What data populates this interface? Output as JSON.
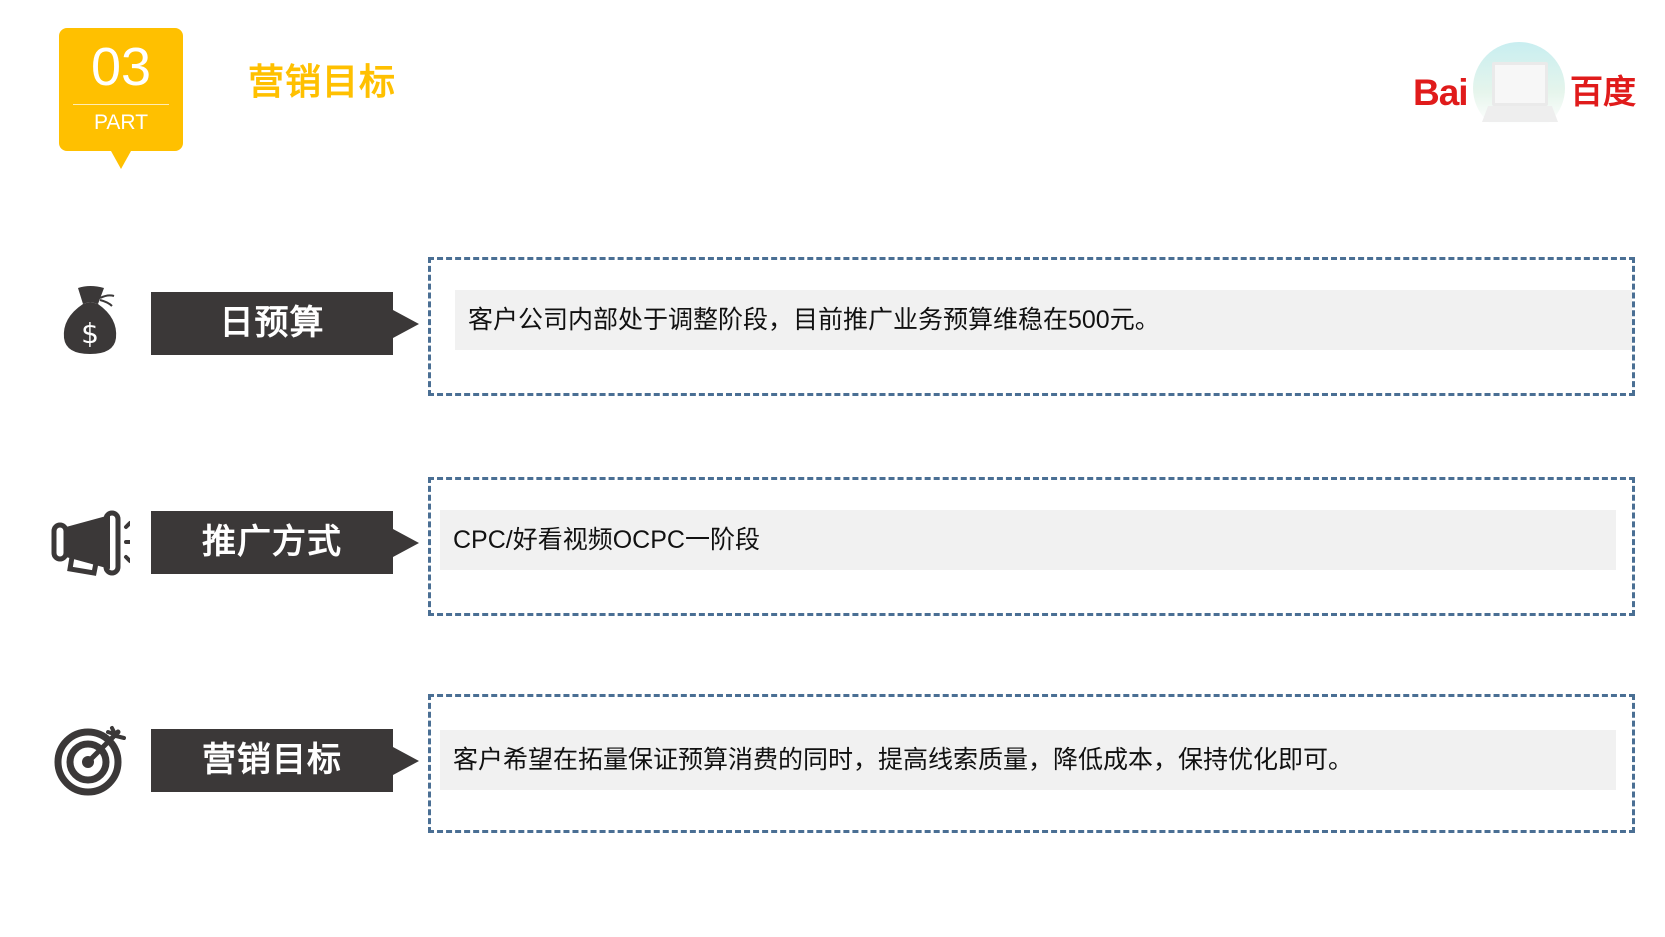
{
  "header": {
    "badge": {
      "number": "03",
      "sub_label": "PART",
      "color": "#FFC000"
    },
    "section_title": "营销目标",
    "logo": {
      "left_text": "Bai",
      "right_text": "百度",
      "icon": "laptop-icon",
      "color": "#E01B1B"
    }
  },
  "rows": [
    {
      "icon": "money-bag-icon",
      "label": "日预算",
      "content": "客户公司内部处于调整阶段，目前推广业务预算维稳在500元。"
    },
    {
      "icon": "megaphone-icon",
      "label": "推广方式",
      "content": "CPC/好看视频OCPC一阶段"
    },
    {
      "icon": "target-icon",
      "label": "营销目标",
      "content": "客户希望在拓量保证预算消费的同时，提高线索质量，降低成本，保持优化即可。"
    }
  ],
  "colors": {
    "label_bg": "#3B3838",
    "frame_border": "#4A6F94",
    "band_bg": "#F1F1F1",
    "accent": "#FFC000"
  }
}
